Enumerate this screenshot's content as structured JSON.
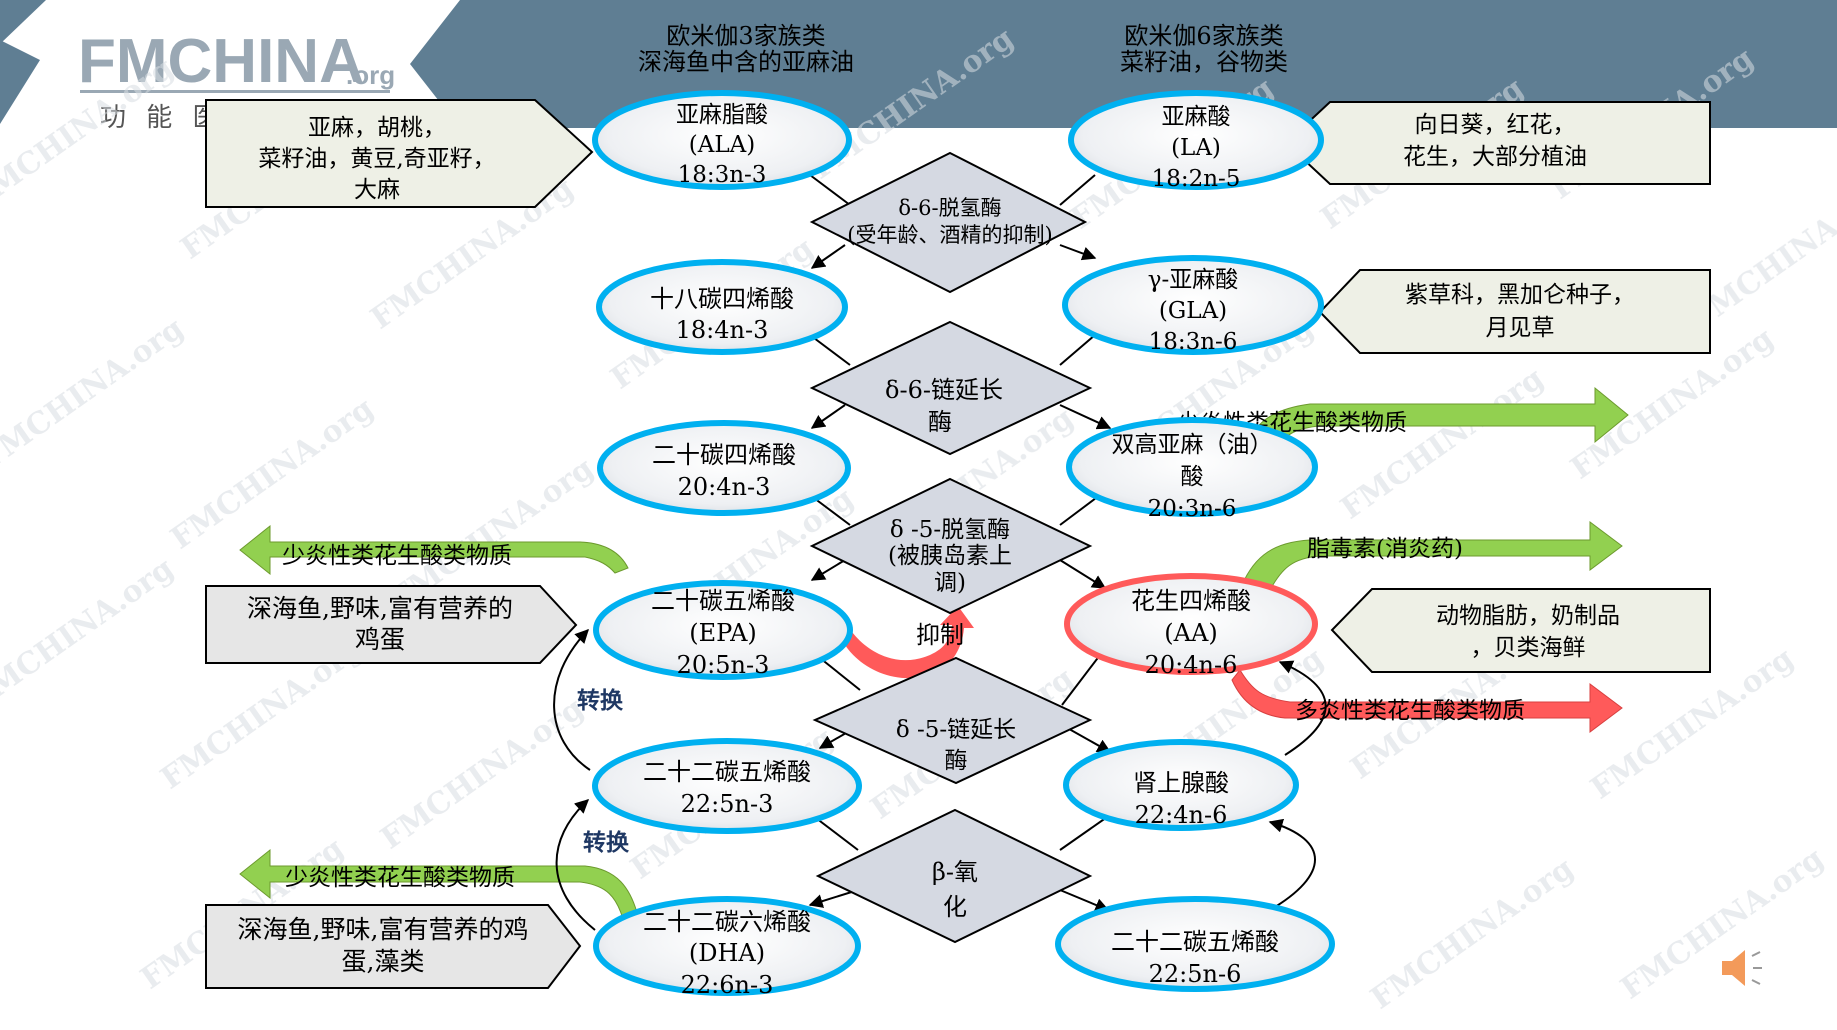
{
  "logo": {
    "brand": "FMCHINA",
    "suffix": ".org",
    "subtitle": "功 能 医"
  },
  "watermark": "FMCHINA.org",
  "headers": {
    "omega3": [
      "欧米伽3家族类",
      "深海鱼中含的亚麻油"
    ],
    "omega6": [
      "欧米伽6家族类",
      "菜籽油，谷物类"
    ]
  },
  "fatty_acids": {
    "ala": [
      "亚麻脂酸",
      "(ALA)",
      "18:3n-3"
    ],
    "sda": [
      "十八碳四烯酸",
      "18:4n-3"
    ],
    "eta": [
      "二十碳四烯酸",
      "20:4n-3"
    ],
    "epa": [
      "二十碳五烯酸",
      "(EPA)",
      "20:5n-3"
    ],
    "dpa3": [
      "二十二碳五烯酸",
      "22:5n-3"
    ],
    "dha": [
      "二十二碳六烯酸",
      "(DHA)",
      "22:6n-3"
    ],
    "la": [
      "亚麻酸",
      "(LA)",
      "18:2n-5"
    ],
    "gla": [
      "γ-亚麻酸",
      "(GLA)",
      "18:3n-6"
    ],
    "dgla": [
      "双高亚麻（油）",
      "酸",
      "20:3n-6"
    ],
    "aa": [
      "花生四烯酸",
      "(AA)",
      "20:4n-6"
    ],
    "adrenic": [
      "肾上腺酸",
      "22:4n-6"
    ],
    "dpa6": [
      "二十二碳五烯酸",
      "22:5n-6"
    ]
  },
  "enzymes": {
    "d6_desaturase": [
      "δ-6-脱氢酶",
      "(受年龄、酒精的抑制)"
    ],
    "d6_elongase": [
      "δ-6-链延长",
      "酶"
    ],
    "d5_desaturase": [
      "δ  -5-脱氢酶",
      "(被胰岛素上",
      "调)"
    ],
    "d5_elongase": [
      "δ  -5-链延长",
      "酶"
    ],
    "beta_oxidation": [
      "β-氧",
      "化"
    ]
  },
  "sources": {
    "ala": [
      "亚麻，胡桃，",
      "菜籽油，黄豆,奇亚籽，",
      "大麻"
    ],
    "la": [
      "向日葵，红花，",
      "花生，大部分植油"
    ],
    "gla": [
      "紫草科，黑加仑种子，",
      "月见草"
    ],
    "epa": [
      "深海鱼,野味,富有营养的",
      "鸡蛋"
    ],
    "aa": [
      "动物脂肪，奶制品",
      "，贝类海鲜"
    ],
    "dha": [
      "深海鱼,野味,富有营养的鸡",
      "蛋,藻类"
    ]
  },
  "arrows": {
    "dgla_out": "少炎性类花生酸类物质",
    "epa_out": "少炎性类花生酸类物质",
    "aa_lipoxin": "脂毒素(消炎药)",
    "aa_out": "多炎性类花生酸类物质",
    "dha_out": "少炎性类花生酸类物质"
  },
  "labels": {
    "inhibit": "抑制",
    "convert": "转换"
  },
  "colors": {
    "header_band": "#5f7e93",
    "ellipse_blue": "#00b0f0",
    "ellipse_red": "#ff5a5a",
    "arrow_green": "#92d050",
    "arrow_red": "#ff5a5a",
    "diamond": "#d5d9e2",
    "source_box": "#eef0e6",
    "dark_source_box": "#e6e6e6",
    "convert_text": "#1f3864"
  },
  "icons": {
    "speaker": "speaker-icon"
  }
}
